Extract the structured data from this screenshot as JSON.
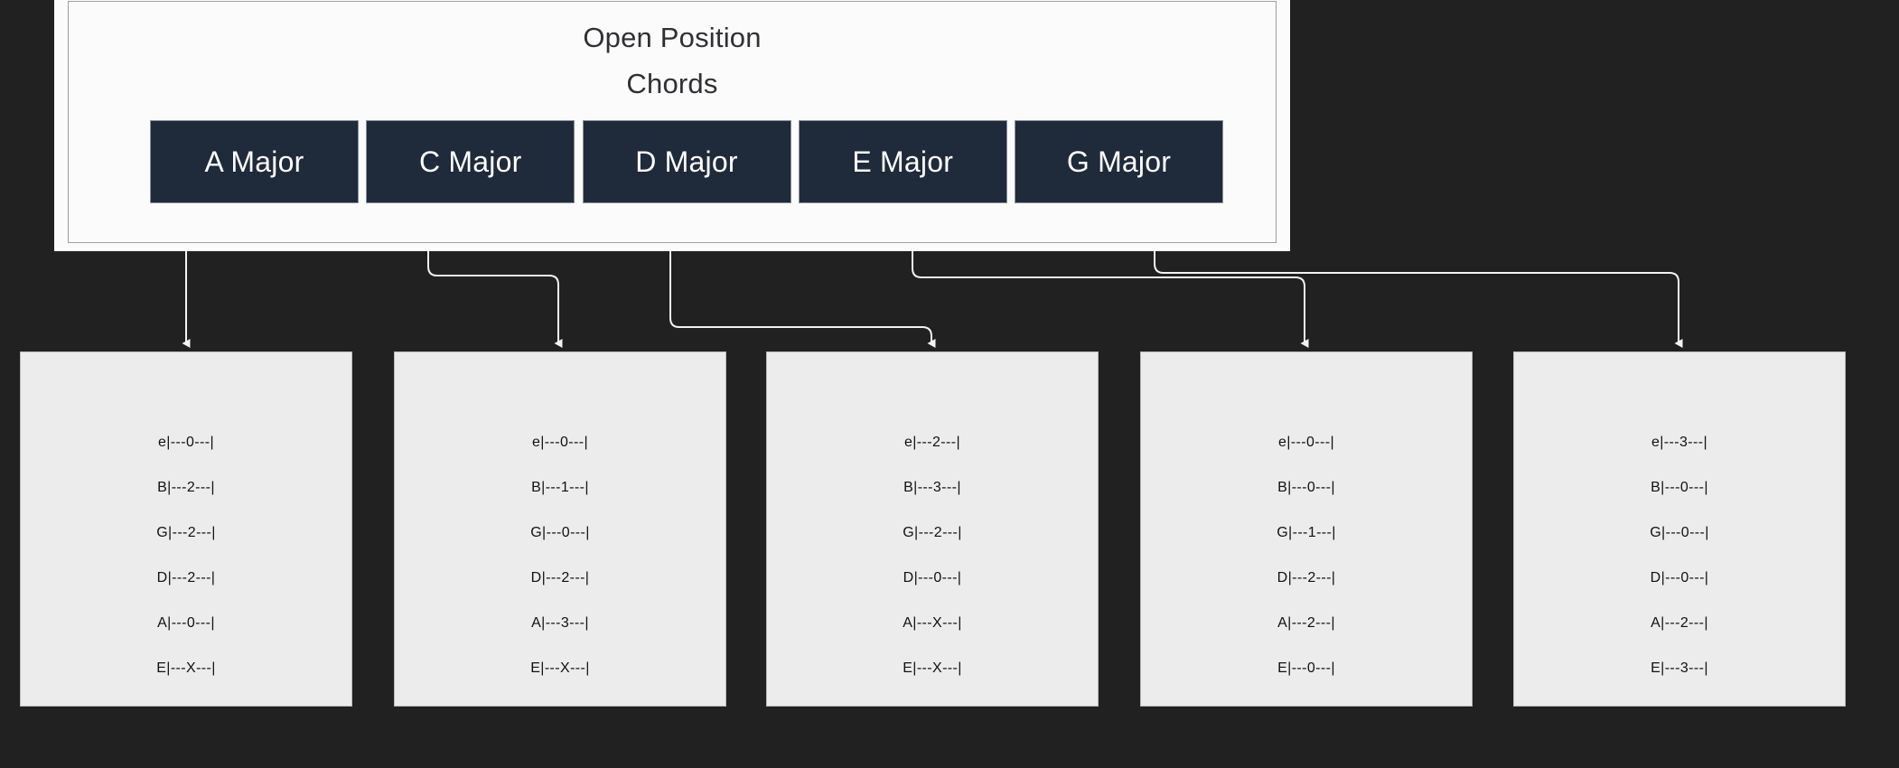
{
  "background_color": "#212121",
  "accent_color": "#1f2a3b",
  "card_color": "#ececec",
  "panel_color": "#fbfbfb",
  "header": {
    "title_line_1": "Open Position",
    "title_line_2": "Chords",
    "buttons": [
      {
        "label": "A Major"
      },
      {
        "label": "C Major"
      },
      {
        "label": "D Major"
      },
      {
        "label": "E Major"
      },
      {
        "label": "G Major"
      }
    ]
  },
  "tab_cards": [
    {
      "chord": "A Major",
      "lines": [
        "e|---0---|",
        "B|---2---|",
        "G|---2---|",
        "D|---2---|",
        "A|---0---|",
        "E|---X---|"
      ]
    },
    {
      "chord": "C Major",
      "lines": [
        "e|---0---|",
        "B|---1---|",
        "G|---0---|",
        "D|---2---|",
        "A|---3---|",
        "E|---X---|"
      ]
    },
    {
      "chord": "D Major",
      "lines": [
        "e|---2---|",
        "B|---3---|",
        "G|---2---|",
        "D|---0---|",
        "A|---X---|",
        "E|---X---|"
      ]
    },
    {
      "chord": "E Major",
      "lines": [
        "e|---0---|",
        "B|---0---|",
        "G|---1---|",
        "D|---2---|",
        "A|---2---|",
        "E|---0---|"
      ]
    },
    {
      "chord": "G Major",
      "lines": [
        "e|---3---|",
        "B|---0---|",
        "G|---0---|",
        "D|---0---|",
        "A|---2---|",
        "E|---3---|"
      ]
    }
  ],
  "connectors": [
    {
      "from": "A Major",
      "to": "A Major tab"
    },
    {
      "from": "C Major",
      "to": "C Major tab"
    },
    {
      "from": "D Major",
      "to": "D Major tab"
    },
    {
      "from": "E Major",
      "to": "E Major tab"
    },
    {
      "from": "G Major",
      "to": "G Major tab"
    }
  ]
}
